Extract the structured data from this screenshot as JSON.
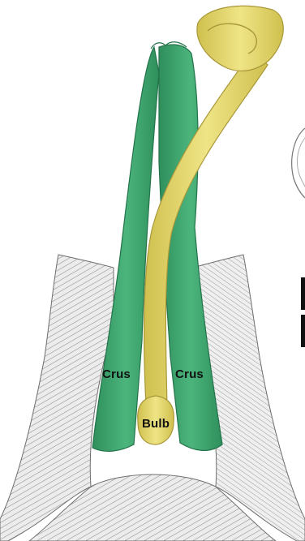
{
  "labels": {
    "crus_left": "Crus",
    "crus_right": "Crus",
    "bulb": "Bulb"
  },
  "colors": {
    "crura": "#3fa56e",
    "spongiosum": "#e6d86a",
    "pelvic_bone": "#d8d8d8"
  }
}
